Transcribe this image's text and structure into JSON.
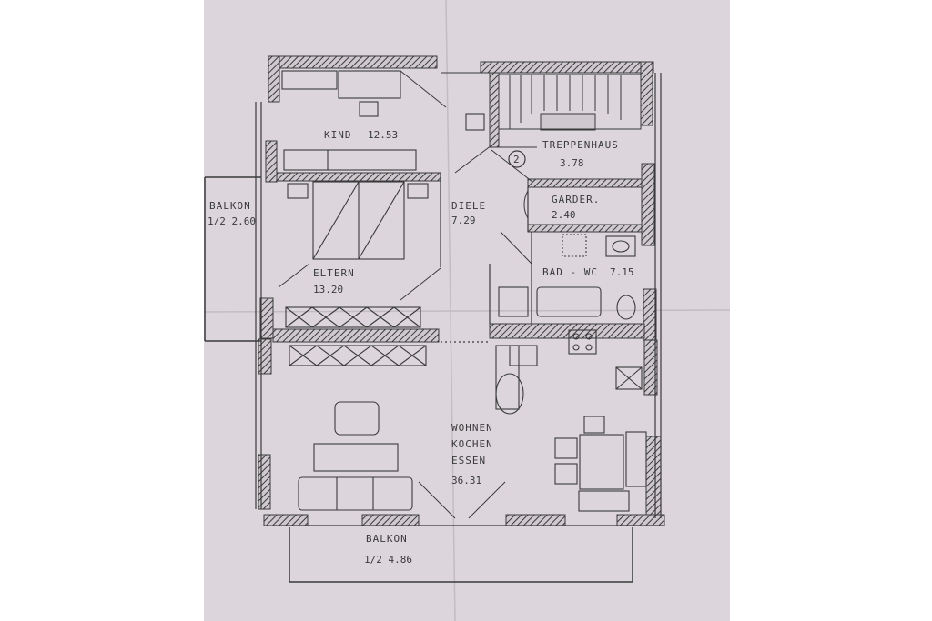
{
  "rooms": {
    "kind": {
      "name": "KIND",
      "area": "12.53"
    },
    "treppenhaus": {
      "name": "TREPPENHAUS",
      "area": "3.78",
      "marker": "2"
    },
    "diele": {
      "name": "DIELE",
      "area": "7.29"
    },
    "garder": {
      "name": "GARDER.",
      "area": "2.40"
    },
    "balkon_side": {
      "name": "BALKON",
      "area": "1/2  2.60"
    },
    "eltern": {
      "name": "ELTERN",
      "area": "13.20"
    },
    "bad_wc": {
      "name": "BAD - WC",
      "area": "7.15"
    },
    "wohnen": {
      "line1": "WOHNEN",
      "line2": "KOCHEN",
      "line3": "ESSEN",
      "area": "36.31"
    },
    "balkon_bottom": {
      "name": "BALKON",
      "area": "1/2  4.86"
    }
  },
  "colors": {
    "paper": "#dcd6dc",
    "ink": "#3a3a3a",
    "background": "#ffffff"
  }
}
